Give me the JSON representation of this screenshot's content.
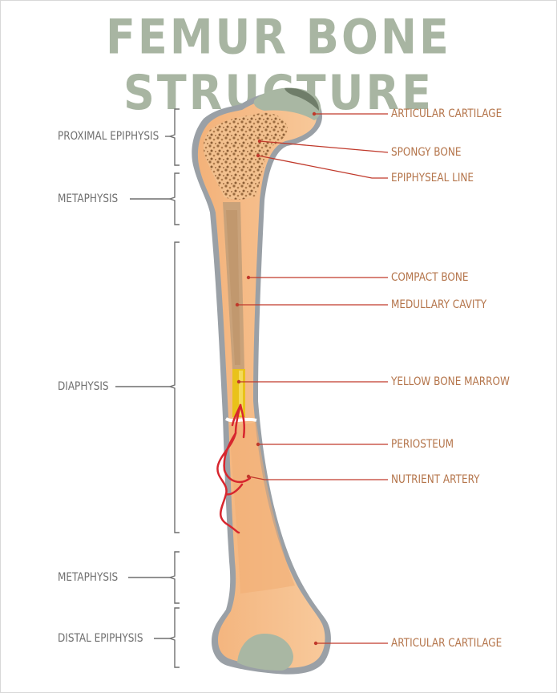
{
  "title": "FEMUR BONE STRUCTURE",
  "regions": [
    {
      "id": "proximal-epiphysis",
      "label": "PROXIMAL EPIPHYSIS"
    },
    {
      "id": "metaphysis-upper",
      "label": "METAPHYSIS"
    },
    {
      "id": "diaphysis",
      "label": "DIAPHYSIS"
    },
    {
      "id": "metaphysis-lower",
      "label": "METAPHYSIS"
    },
    {
      "id": "distal-epiphysis",
      "label": "DISTAL EPIPHYSIS"
    }
  ],
  "parts": [
    {
      "id": "articular-cartilage-top",
      "label": "ARTICULAR CARTILAGE"
    },
    {
      "id": "spongy-bone",
      "label": "SPONGY BONE"
    },
    {
      "id": "epiphyseal-line",
      "label": "EPIPHYSEAL LINE"
    },
    {
      "id": "compact-bone",
      "label": "COMPACT BONE"
    },
    {
      "id": "medullary-cavity",
      "label": "MEDULLARY CAVITY"
    },
    {
      "id": "yellow-bone-marrow",
      "label": "YELLOW BONE MARROW"
    },
    {
      "id": "periosteum",
      "label": "PERIOSTEUM"
    },
    {
      "id": "nutrient-artery",
      "label": "NUTRIENT ARTERY"
    },
    {
      "id": "articular-cartilage-bottom",
      "label": "ARTICULAR CARTILAGE"
    }
  ],
  "colors": {
    "title": "#a8b5a2",
    "bone_outline": "#8f959c",
    "bone_fill": "#f8c99b",
    "bone_shade": "#f3b27a",
    "spongy": "#c89a6a",
    "medullary": "#c9a27a",
    "marrow": "#e9c21a",
    "cartilage": "#a9b7a3",
    "artery": "#d7262e",
    "leader": "#c0392b",
    "bracket": "#6f6f6f"
  }
}
